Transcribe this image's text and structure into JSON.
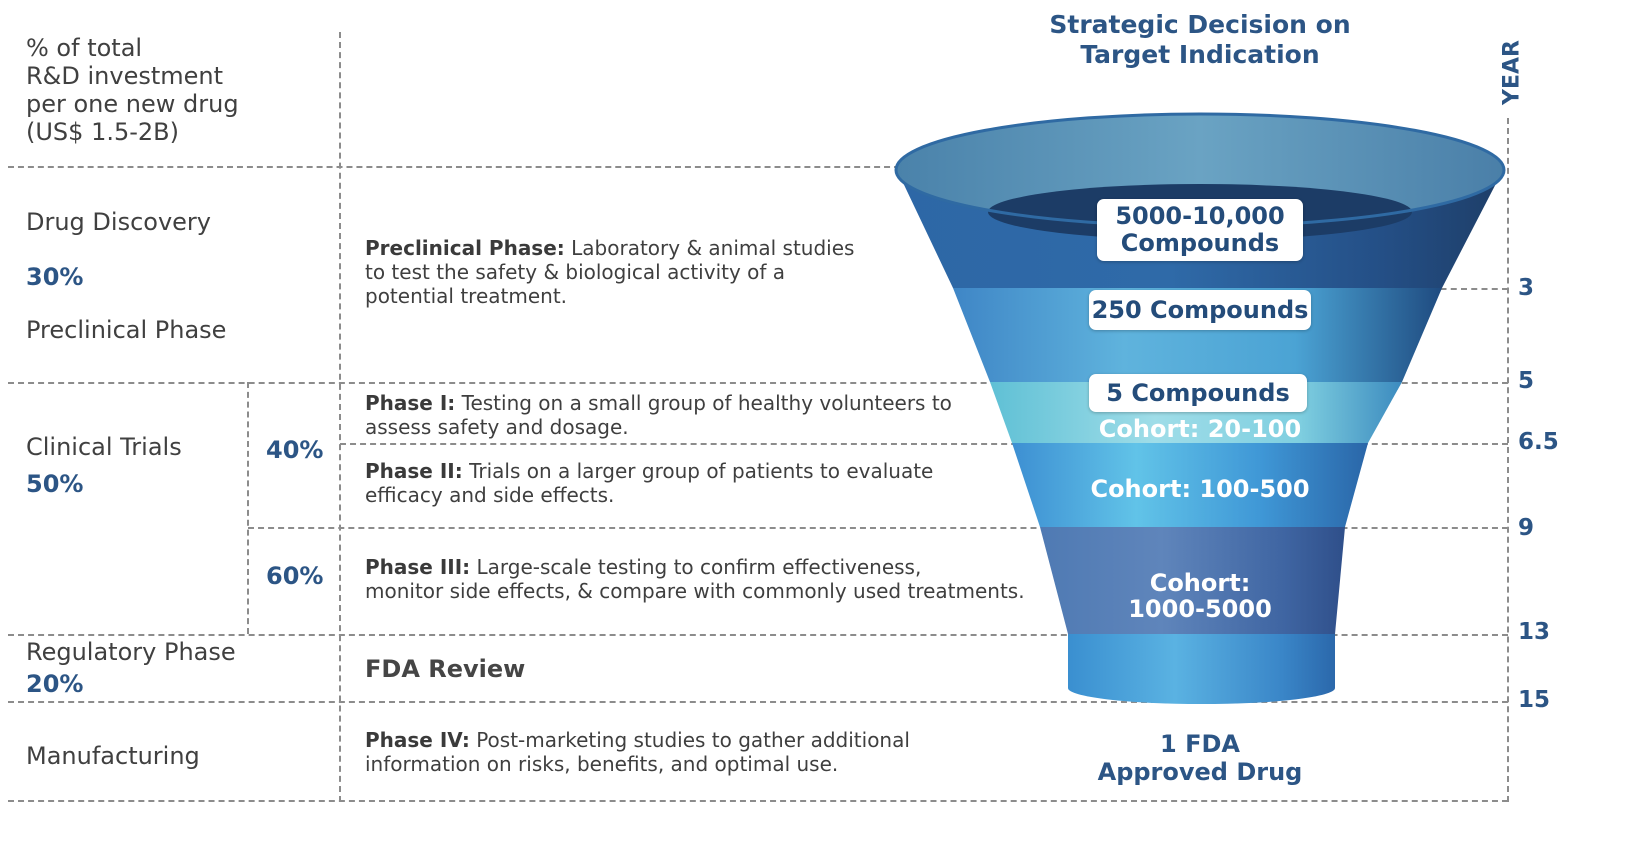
{
  "header": {
    "investment_lines": [
      "% of total",
      "R&D investment",
      "per one new drug",
      "(US$ 1.5-2B)"
    ],
    "funnel_title_lines": [
      "Strategic Decision on",
      "Target Indication"
    ],
    "year_label": "YEAR"
  },
  "left": {
    "drug_discovery": "Drug Discovery",
    "drug_discovery_pct": "30%",
    "preclinical_phase": "Preclinical Phase",
    "clinical_trials": "Clinical Trials",
    "clinical_trials_pct": "50%",
    "phase12_pct": "40%",
    "phase3_pct": "60%",
    "regulatory_phase": "Regulatory Phase",
    "regulatory_pct": "20%",
    "manufacturing": "Manufacturing"
  },
  "phases": {
    "preclinical": {
      "title": "Preclinical Phase:",
      "lines": [
        " Laboratory & animal studies",
        "to test the safety & biological activity of a",
        "potential treatment."
      ]
    },
    "phase1": {
      "title": "Phase I:",
      "lines": [
        " Testing on a small group of healthy volunteers to",
        "assess safety and dosage."
      ]
    },
    "phase2": {
      "title": "Phase II:",
      "lines": [
        " Trials on a larger group of patients to evaluate",
        "efficacy and side effects."
      ]
    },
    "phase3": {
      "title": "Phase III:",
      "lines": [
        " Large-scale testing to confirm effectiveness,",
        "monitor side effects, & compare with commonly used treatments."
      ]
    },
    "fda_review": "FDA Review",
    "phase4": {
      "title": "Phase IV:",
      "lines": [
        " Post-marketing studies to gather additional",
        "information on risks, benefits, and optimal use."
      ]
    }
  },
  "funnel": {
    "compounds_1": [
      "5000-10,000",
      "Compounds"
    ],
    "compounds_2": "250 Compounds",
    "compounds_3": "5 Compounds",
    "cohort_1": "Cohort: 20-100",
    "cohort_2": "Cohort: 100-500",
    "cohort_3": [
      "Cohort:",
      "1000-5000"
    ],
    "result": [
      "1 FDA",
      "Approved Drug"
    ]
  },
  "years": [
    "3",
    "5",
    "6.5",
    "9",
    "13",
    "15"
  ],
  "colors": {
    "accent": "#2c5585",
    "dark_navy": "#1e3e68",
    "teal": "#7ecfe0",
    "mid_blue": "#3f86c6"
  }
}
